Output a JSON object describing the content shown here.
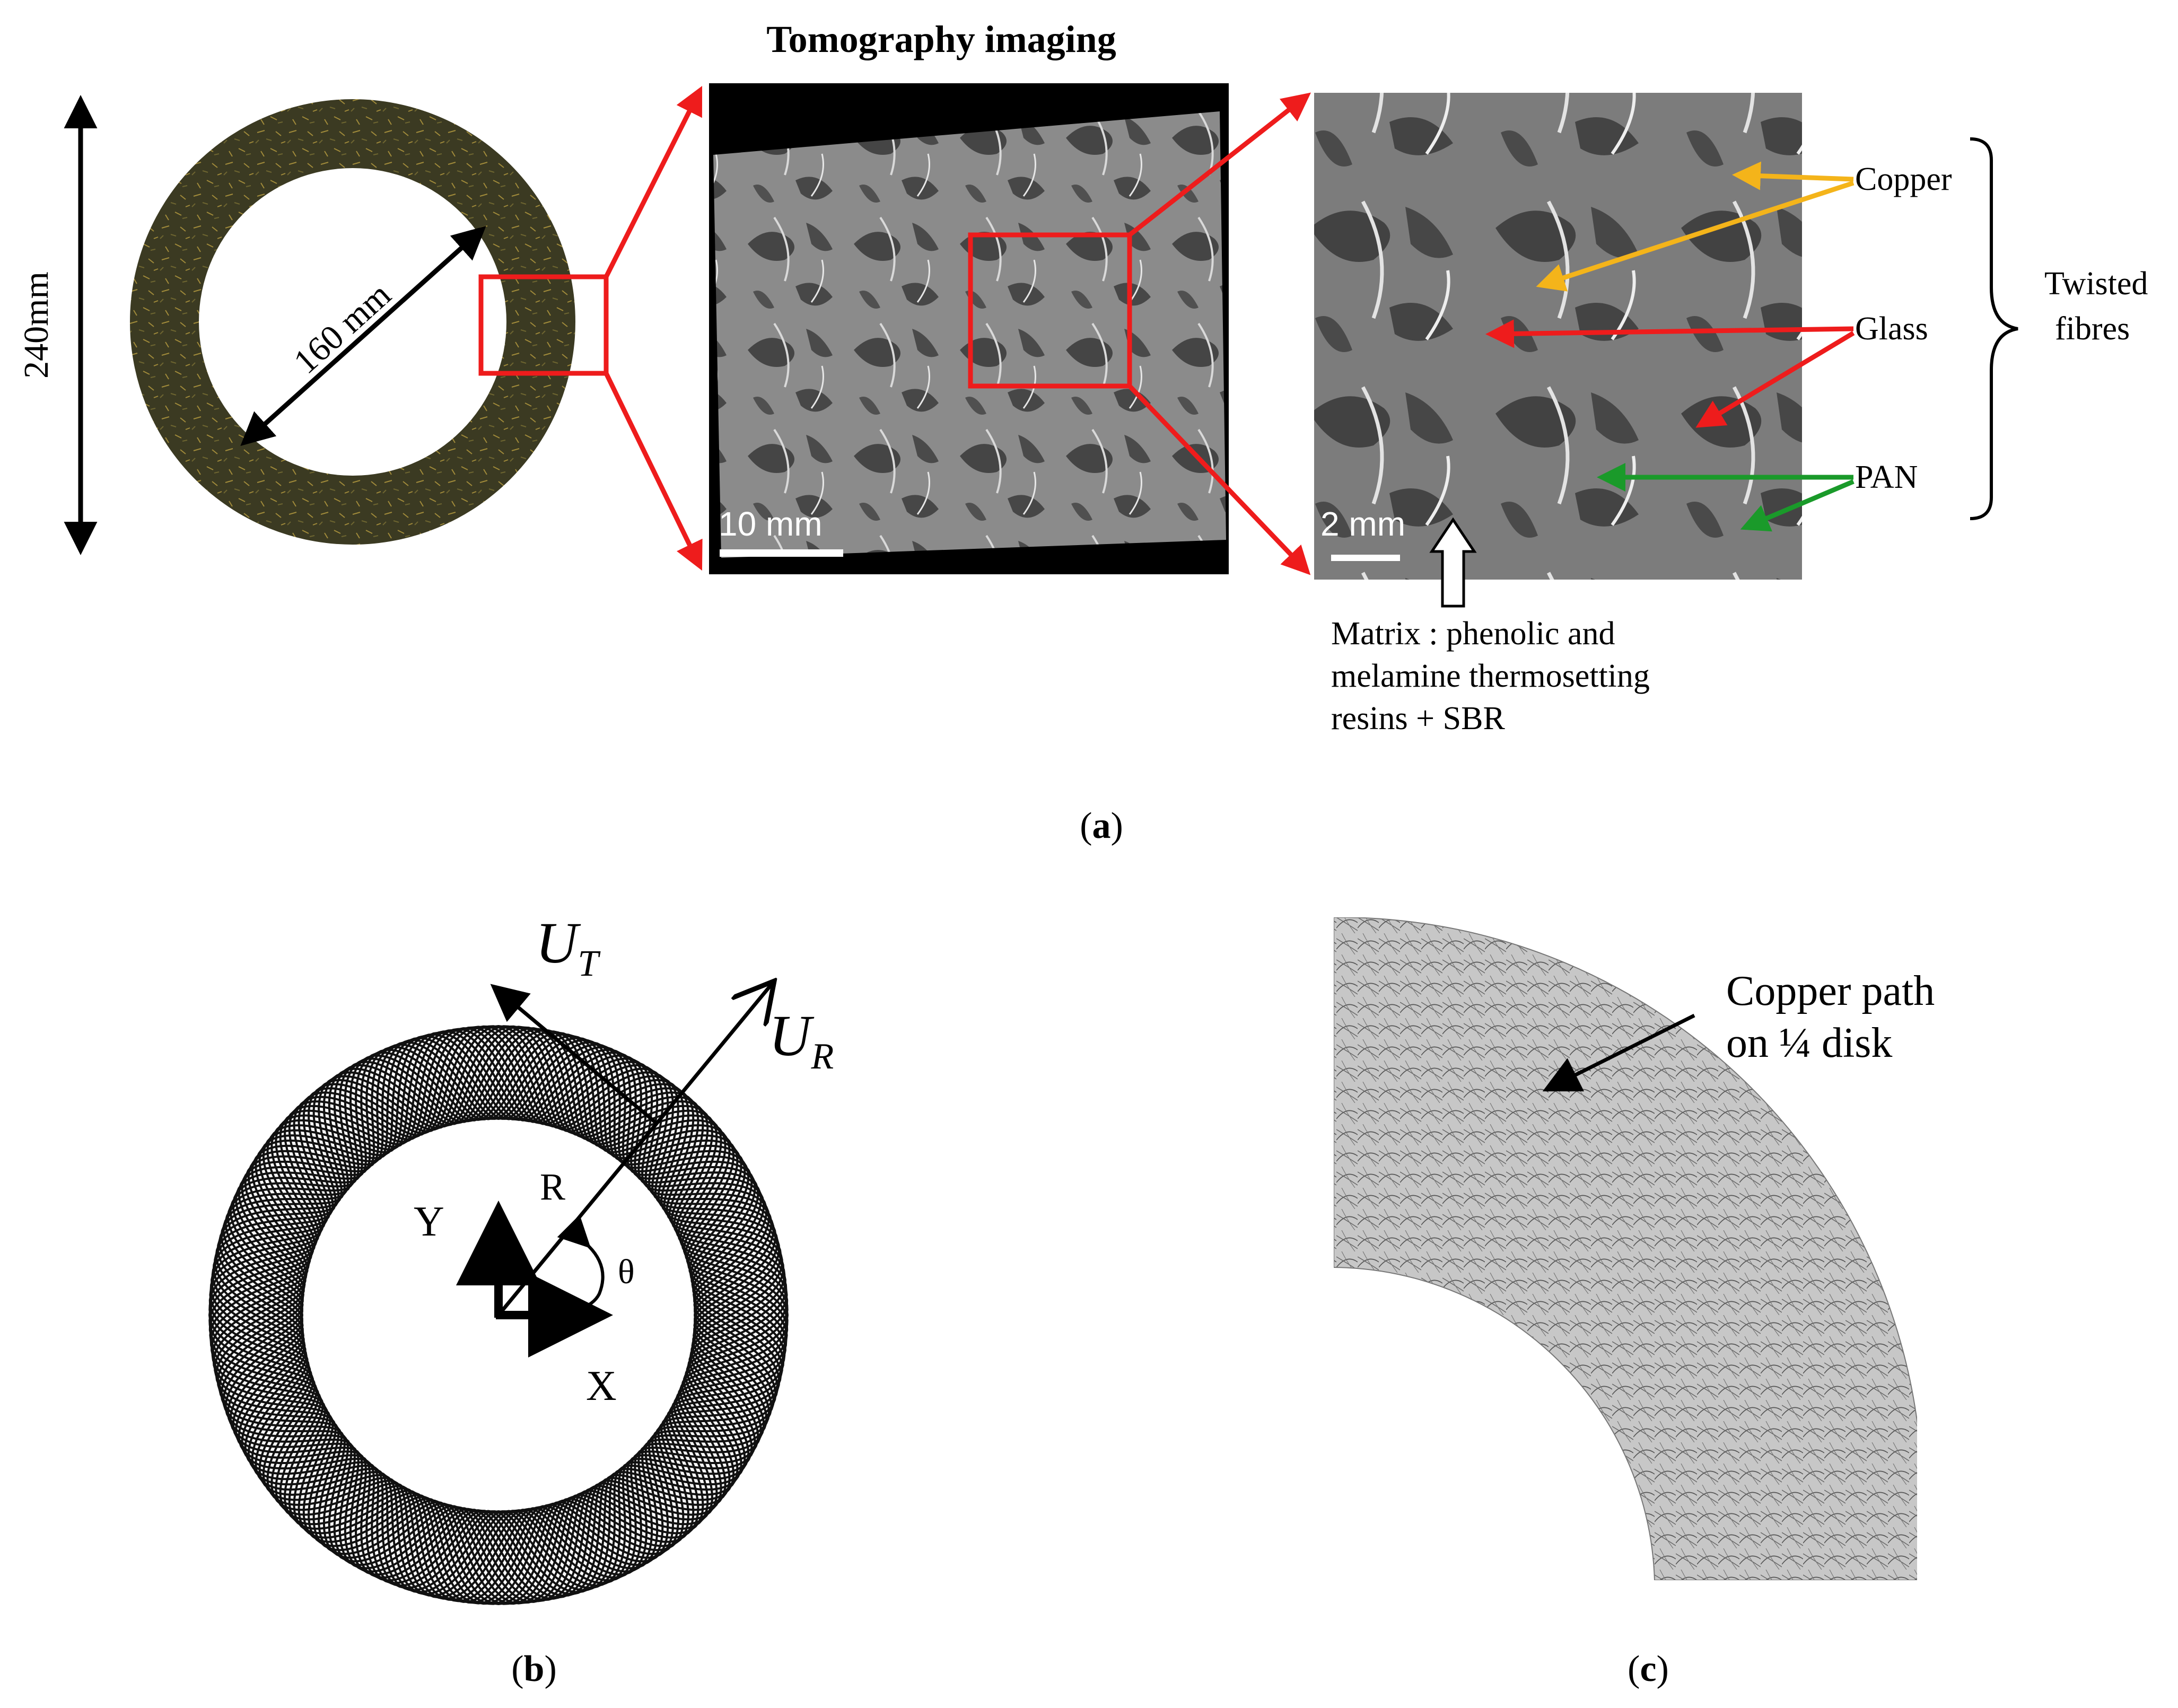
{
  "panel_a": {
    "title": "Tomography imaging",
    "outer_dim": "240mm",
    "inner_dim": "160 mm",
    "scale_left": "10 mm",
    "scale_right": "2 mm",
    "labels": {
      "copper": "Copper",
      "glass": "Glass",
      "pan": "PAN",
      "twisted_1": "Twisted",
      "twisted_2": "fibres",
      "matrix_1": "Matrix : phenolic and",
      "matrix_2": "melamine thermosetting",
      "matrix_3": "resins + SBR"
    },
    "caption_open": "(",
    "caption_letter": "a",
    "caption_close": ")"
  },
  "panel_b": {
    "ut_main": "U",
    "ut_sub": "T",
    "ur_main": "U",
    "ur_sub": "R",
    "r": "R",
    "theta": "θ",
    "x": "X",
    "y": "Y",
    "caption_open": "(",
    "caption_letter": "b",
    "caption_close": ")"
  },
  "panel_c": {
    "label_1": "Copper path",
    "label_2": "on ¼ disk",
    "caption_open": "(",
    "caption_letter": "c",
    "caption_close": ")"
  },
  "colors": {
    "red": "#ee1c1c",
    "copper_arrow": "#f4b41a",
    "pan_arrow": "#1a9a2a",
    "disk": "#3b3a22"
  }
}
